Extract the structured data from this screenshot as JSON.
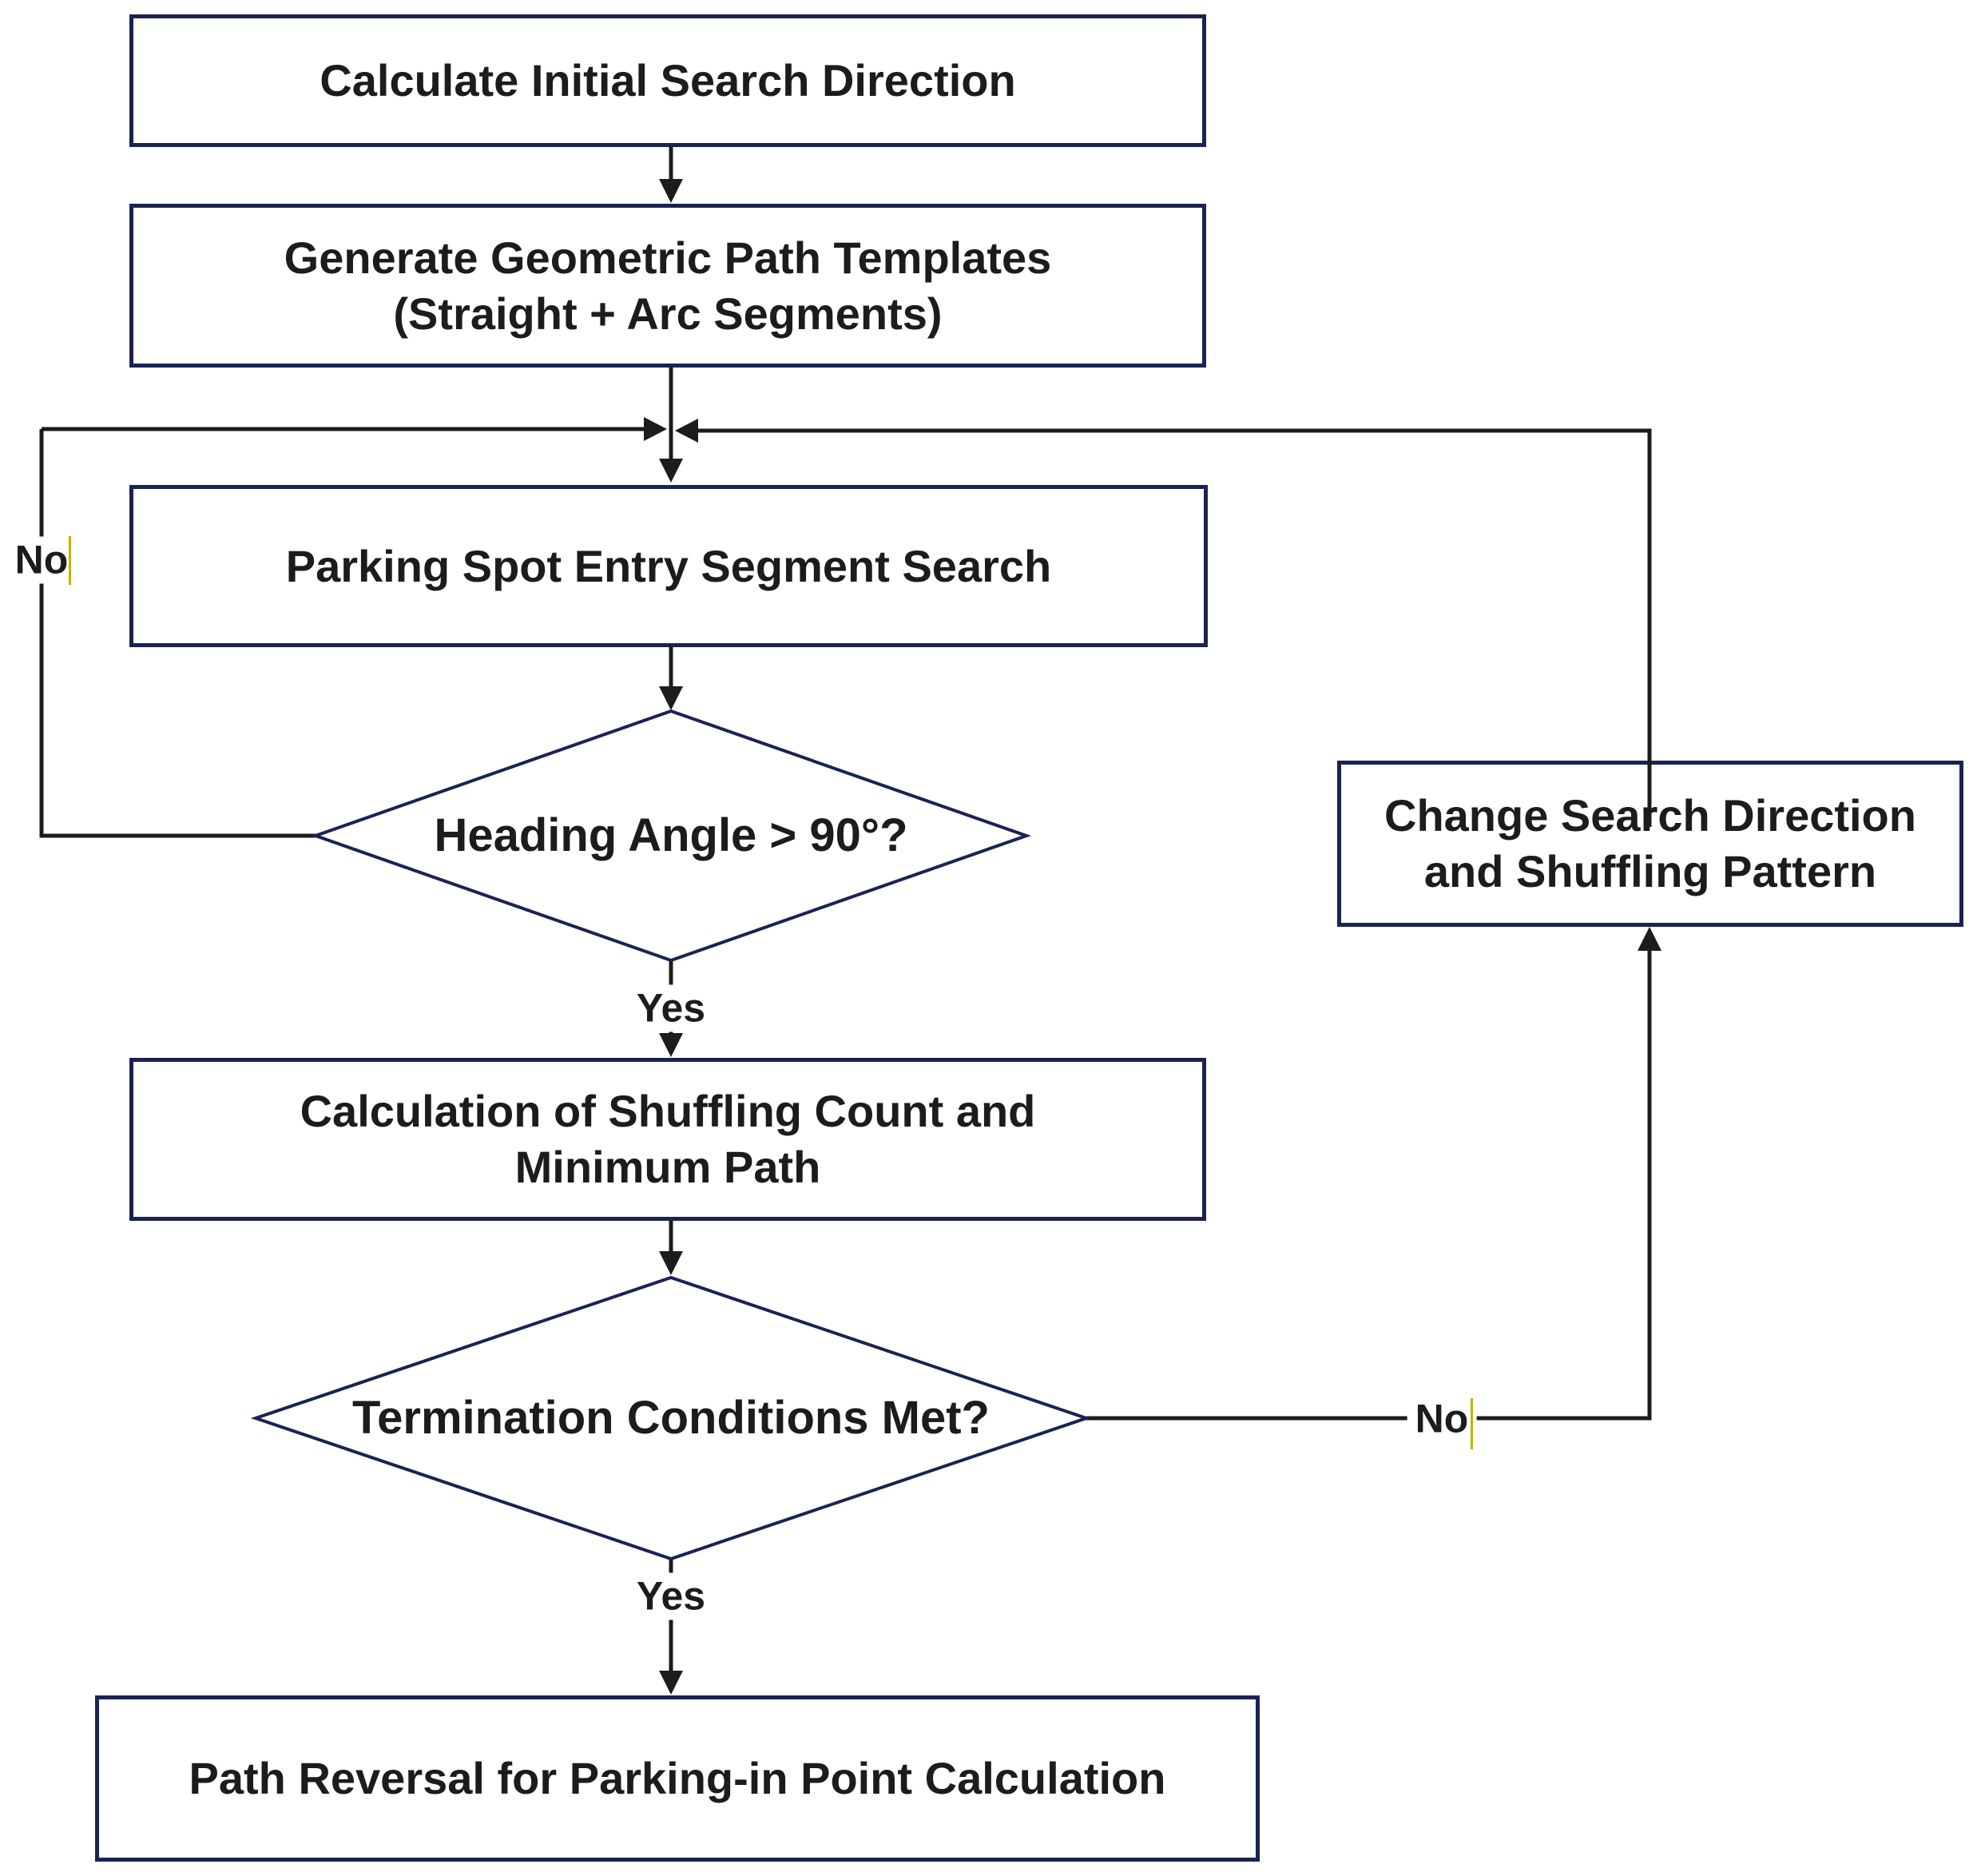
{
  "nodes": {
    "calc_initial": {
      "label": "Calculate Initial Search Direction"
    },
    "gen_templates": {
      "label": "Generate Geometric Path Templates\n(Straight + Arc Segments)"
    },
    "entry_search": {
      "label": "Parking Spot Entry Segment Search"
    },
    "heading_check": {
      "label": "Heading Angle > 90°?"
    },
    "shuffle_calc": {
      "label": "Calculation of Shuffling Count and\nMinimum Path"
    },
    "termination_check": {
      "label": "Termination Conditions Met?"
    },
    "path_reversal": {
      "label": "Path Reversal for Parking-in Point Calculation"
    },
    "change_direction": {
      "label": "Change Search Direction\nand Shuffling Pattern"
    }
  },
  "edge_labels": {
    "heading_no": "No",
    "heading_yes": "Yes",
    "termination_no": "No",
    "termination_yes": "Yes"
  },
  "colors": {
    "node_border": "#1a2351",
    "connector": "#1c1c1c",
    "text": "#1c1c1c",
    "background": "#ffffff",
    "artifact": "#c2b300"
  }
}
